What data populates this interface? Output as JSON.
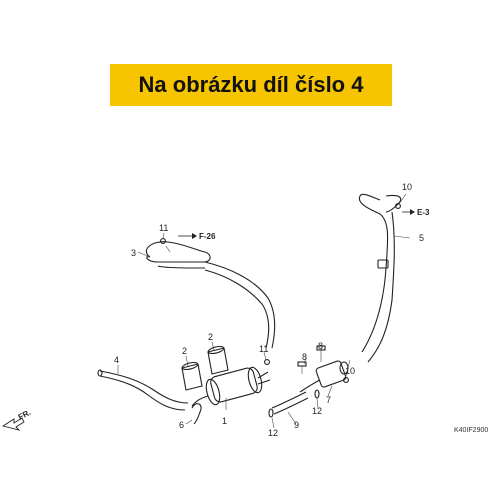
{
  "banner": {
    "text": "Na obrázku díl číslo 4",
    "color": "#f7c400"
  },
  "callouts": {
    "c1": "1",
    "c2a": "2",
    "c2b": "2",
    "c3": "3",
    "c4": "4",
    "c5": "5",
    "c6": "6",
    "c7": "7",
    "c8a": "8",
    "c8b": "8",
    "c9": "9",
    "c10a": "10",
    "c10b": "10",
    "c11a": "11",
    "c11b": "11",
    "c12a": "12",
    "c12b": "12"
  },
  "references": {
    "f26": "F-26",
    "e3": "E-3",
    "fr": "FR."
  },
  "diagram_code": "K40IF2900"
}
